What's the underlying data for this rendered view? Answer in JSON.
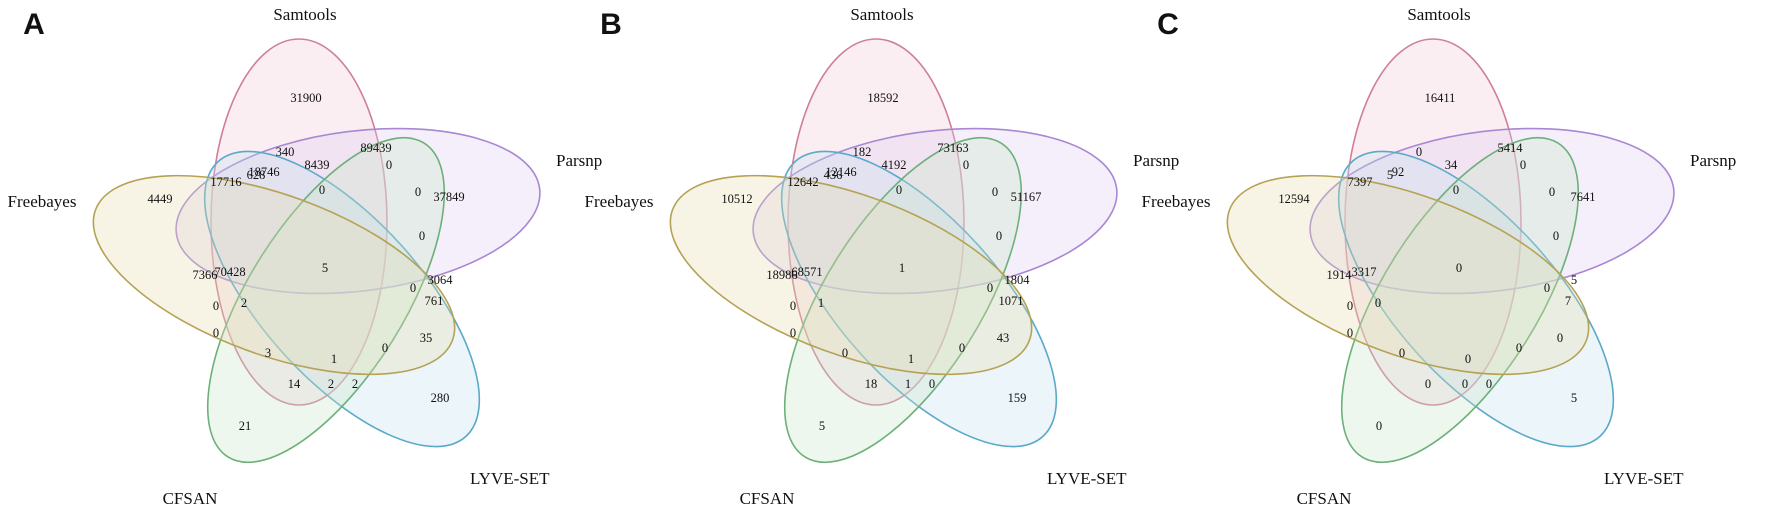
{
  "sets": [
    {
      "key": "samtools",
      "label": "Samtools",
      "stroke": "#cf7f98",
      "fill": "#f2c9d6"
    },
    {
      "key": "parsnp",
      "label": "Parsnp",
      "stroke": "#a987d4",
      "fill": "#dccdf1"
    },
    {
      "key": "lyveset",
      "label": "LYVE-SET",
      "stroke": "#5aa9c9",
      "fill": "#c4e1ee"
    },
    {
      "key": "cfsan",
      "label": "CFSAN",
      "stroke": "#6cb07a",
      "fill": "#c9e6cb"
    },
    {
      "key": "freebayes",
      "label": "Freebayes",
      "stroke": "#b5a254",
      "fill": "#e5dcb2"
    }
  ],
  "panels": [
    {
      "letter": "A",
      "values": [
        "31900",
        "340",
        "89439",
        "17716",
        "628",
        "8439",
        "0",
        "0",
        "18746",
        "0",
        "37849",
        "4449",
        "70428",
        "0",
        "7366",
        "5",
        "3064",
        "0",
        "2",
        "761",
        "0",
        "0",
        "35",
        "3",
        "1",
        "0",
        "14",
        "2",
        "2",
        "280",
        "21"
      ]
    },
    {
      "letter": "B",
      "values": [
        "18592",
        "182",
        "73163",
        "12642",
        "436",
        "4192",
        "0",
        "0",
        "12146",
        "0",
        "51167",
        "10512",
        "68571",
        "0",
        "18986",
        "1",
        "1804",
        "0",
        "1",
        "1071",
        "0",
        "0",
        "43",
        "0",
        "1",
        "0",
        "18",
        "1",
        "0",
        "159",
        "5"
      ]
    },
    {
      "letter": "C",
      "values": [
        "16411",
        "0",
        "5414",
        "7397",
        "5",
        "34",
        "0",
        "0",
        "92",
        "0",
        "7641",
        "12594",
        "3317",
        "0",
        "1914",
        "0",
        "5",
        "0",
        "0",
        "7",
        "0",
        "0",
        "0",
        "0",
        "0",
        "0",
        "0",
        "0",
        "0",
        "5",
        "0"
      ]
    }
  ]
}
